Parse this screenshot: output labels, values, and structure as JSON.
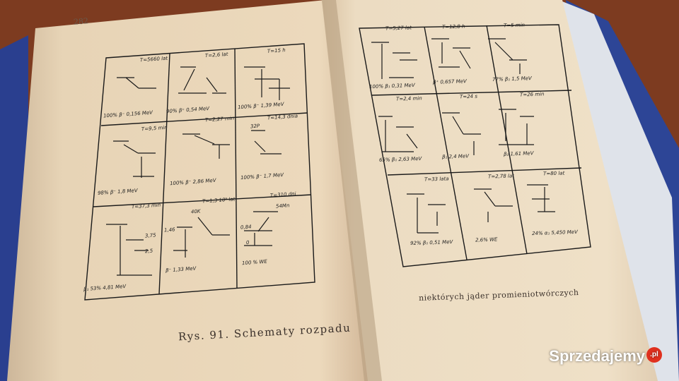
{
  "book": {
    "page_number": "282",
    "caption_left": "Rys. 91. Schematy rozpadu",
    "caption_right": "niektórych jąder promieniotwórczych"
  },
  "left_diagrams": [
    {
      "half_life": "T=5660 lat",
      "decay": "100% β⁻ 0,156 MeV"
    },
    {
      "half_life": "T=2,6 lat",
      "decay": "90% β⁺ 0,54 MeV"
    },
    {
      "half_life": "T=15 h",
      "decay": "100% β⁻ 1,39 MeV"
    },
    {
      "half_life": "T=9,5 min",
      "decay": "98% β⁻ 1,8 MeV"
    },
    {
      "half_life": "T=2,27 min",
      "decay": "100% β⁻ 2,86 MeV"
    },
    {
      "half_life": "T=14,3 dnia",
      "isotope": "32P",
      "decay": "100% β⁻ 1,7 MeV"
    },
    {
      "half_life": "T=37,3 min",
      "decay": "β₁ 53% 4,81 MeV",
      "levels": [
        "3,75",
        "2,5"
      ]
    },
    {
      "half_life": "T=1,3·10⁹ lat",
      "isotope": "40K",
      "decay": "β⁻ 1,33 MeV",
      "levels": [
        "1,46"
      ]
    },
    {
      "half_life": "T=310 dni",
      "isotope": "54Mn",
      "decay": "100 % WE",
      "levels": [
        "0,84",
        "0"
      ]
    }
  ],
  "right_diagrams": [
    {
      "half_life": "T=5,27 lat",
      "decay": "100% β₁ 0,31 MeV"
    },
    {
      "half_life": "T=12,8 h",
      "decay": "β⁺ 0,657 MeV"
    },
    {
      "half_life": "T=5 min",
      "decay": "77% β₁ 1,5 MeV"
    },
    {
      "half_life": "T=2,4 min",
      "decay": "65% β₁ 2,63 MeV"
    },
    {
      "half_life": "T=24 s",
      "decay": "β₁ 2,4 MeV"
    },
    {
      "half_life": "T=26 min",
      "decay": "β₂ 1,61 MeV"
    },
    {
      "half_life": "T=33 lata",
      "decay": "92% β₁ 0,51 MeV"
    },
    {
      "half_life": "T=2,78 lat",
      "decay": "2,6% WE"
    },
    {
      "half_life": "T=80 lat",
      "decay": "24% α₁ 5,450 MeV"
    }
  ],
  "watermark": {
    "text": "Sprzedajemy",
    "badge": ".pl"
  }
}
